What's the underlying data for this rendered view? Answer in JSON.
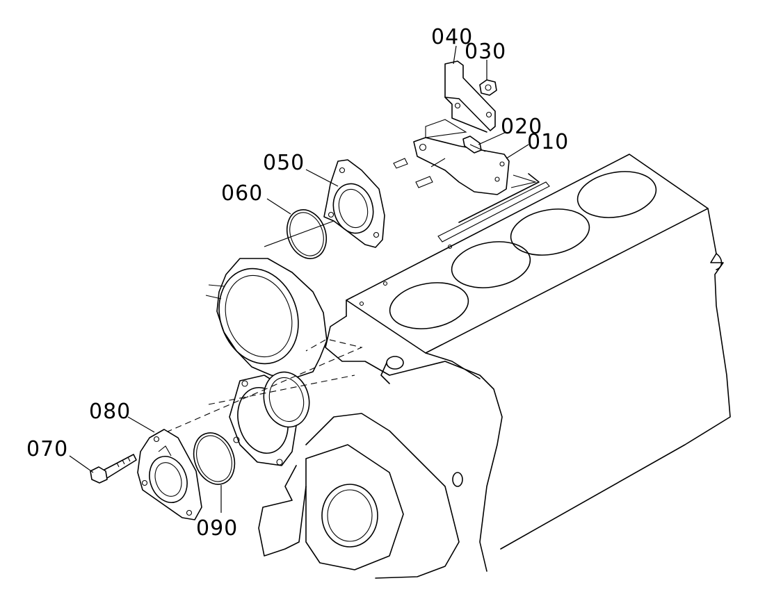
{
  "diagram": {
    "callouts": [
      {
        "id": "010",
        "label": "010"
      },
      {
        "id": "020",
        "label": "020"
      },
      {
        "id": "030",
        "label": "030"
      },
      {
        "id": "040",
        "label": "040"
      },
      {
        "id": "050",
        "label": "050"
      },
      {
        "id": "060",
        "label": "060"
      },
      {
        "id": "070",
        "label": "070"
      },
      {
        "id": "080",
        "label": "080"
      },
      {
        "id": "090",
        "label": "090"
      }
    ]
  }
}
